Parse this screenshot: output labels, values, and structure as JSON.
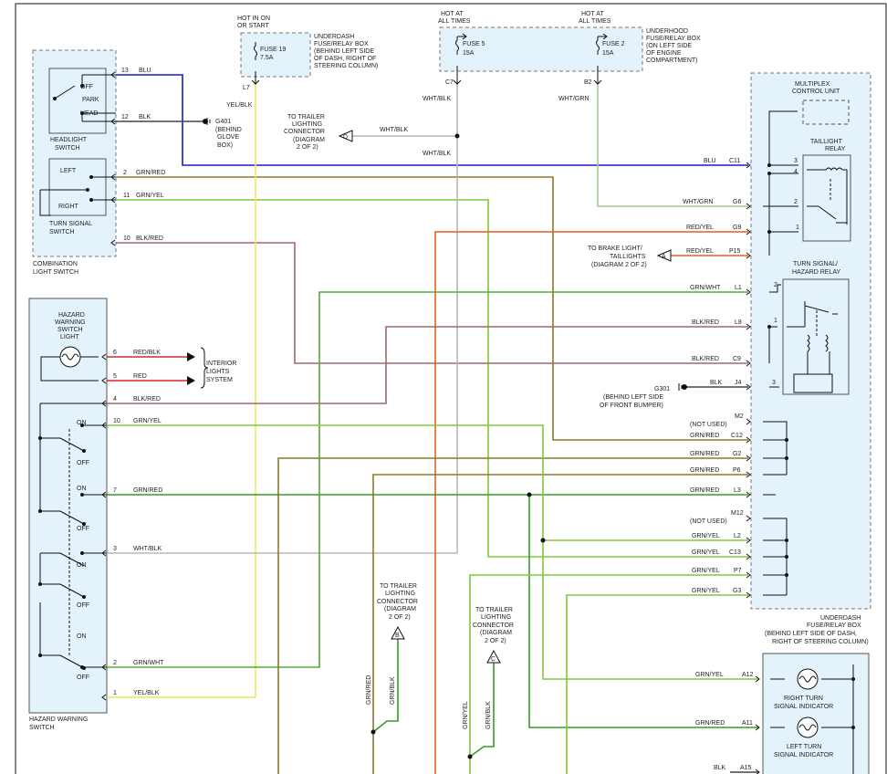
{
  "components": {
    "hot_in_on": "HOT IN ON",
    "or_start": "OR START",
    "hot_at_1": "HOT AT",
    "all_times_1": "ALL TIMES",
    "hot_at_2": "HOT AT",
    "all_times_2": "ALL TIMES",
    "fuse19": "FUSE 19",
    "fuse19_rating": "7.5A",
    "fuse5": "FUSE 5",
    "fuse5_rating": "15A",
    "fuse2": "FUSE 2",
    "fuse2_rating": "15A",
    "underdash_box_1": "UNDERDASH",
    "underdash_box_2": "FUSE/RELAY BOX",
    "underdash_box_3": "(BEHIND LEFT SIDE",
    "underdash_box_4": "OF DASH, RIGHT OF",
    "underdash_box_5": "STEERING COLUMN)",
    "underhood_box_1": "UNDERHOOD",
    "underhood_box_2": "FUSE/RELAY BOX",
    "underhood_box_3": "(ON LEFT SIDE",
    "underhood_box_4": "OF ENGINE",
    "underhood_box_5": "COMPARTMENT)",
    "headlight_off": "OFF",
    "headlight_park": "PARK",
    "headlight_head": "HEAD",
    "headlight_switch_1": "HEADLIGHT",
    "headlight_switch_2": "SWITCH",
    "turn_left": "LEFT",
    "turn_right": "RIGHT",
    "turn_switch_1": "TURN SIGNAL",
    "turn_switch_2": "SWITCH",
    "combo_1": "COMBINATION",
    "combo_2": "LIGHT SWITCH",
    "g401": "G401",
    "g401_loc_1": "(BEHIND",
    "g401_loc_2": "GLOVE",
    "g401_loc_3": "BOX)",
    "trailer_d_1": "TO TRAILER",
    "trailer_d_2": "LIGHTING",
    "trailer_d_3": "CONNECTOR",
    "trailer_d_4": "(DIAGRAM",
    "trailer_d_5": "2 OF 2)",
    "trailer_d_letter": "D",
    "multiplex_1": "MULTIPLEX",
    "multiplex_2": "CONTROL UNIT",
    "taillight_relay_1": "TAILLIGHT",
    "taillight_relay_2": "RELAY",
    "brake_1": "TO BRAKE LIGHT/",
    "brake_2": "TAILLIGHTS",
    "brake_3": "(DIAGRAM 2 OF 2)",
    "brake_letter": "A",
    "turn_hazard_relay_1": "TURN SIGNAL/",
    "turn_hazard_relay_2": "HAZARD RELAY",
    "g301": "G301",
    "g301_loc_1": "(BEHIND LEFT SIDE",
    "g301_loc_2": "OF FRONT BUMPER)",
    "not_used_1": "(NOT USED)",
    "not_used_2": "(NOT USED)",
    "underdash_right_1": "UNDERDASH",
    "underdash_right_2": "FUSE/RELAY BOX",
    "underdash_right_3": "(BEHIND LEFT SIDE OF DASH,",
    "underdash_right_4": "RIGHT OF STEERING COLUMN)",
    "hazard_light_1": "HAZARD",
    "hazard_light_2": "WARNING",
    "hazard_light_3": "SWITCH",
    "hazard_light_4": "LIGHT",
    "interior_1": "INTERIOR",
    "interior_2": "LIGHTS",
    "interior_3": "SYSTEM",
    "on_1": "ON",
    "off_1": "OFF",
    "on_2": "ON",
    "off_2": "OFF",
    "on_3": "ON",
    "off_3": "OFF",
    "on_4": "ON",
    "off_4": "OFF",
    "hazard_switch_1": "HAZARD WARNING",
    "hazard_switch_2": "SWITCH",
    "trailer_b_1": "TO TRAILER",
    "trailer_b_2": "LIGHTING",
    "trailer_b_3": "CONNECTOR",
    "trailer_b_4": "(DIAGRAM",
    "trailer_b_5": "2 OF 2)",
    "trailer_b_letter": "B",
    "trailer_c_1": "TO TRAILER",
    "trailer_c_2": "LIGHTING",
    "trailer_c_3": "CONNECTOR",
    "trailer_c_4": "(DIAGRAM",
    "trailer_c_5": "2 OF 2)",
    "trailer_c_letter": "C",
    "right_ind_1": "RIGHT TURN",
    "right_ind_2": "SIGNAL INDICATOR",
    "left_ind_1": "LEFT TURN",
    "left_ind_2": "SIGNAL INDICATOR"
  },
  "pins": {
    "p13": "13",
    "p12": "12",
    "p2a": "2",
    "p11": "11",
    "p10": "10",
    "p6": "6",
    "p5": "5",
    "p4": "4",
    "p10b": "10",
    "p7": "7",
    "p3": "3",
    "p2b": "2",
    "p1": "1",
    "l7": "L7",
    "c7": "C7",
    "b2": "B2",
    "c11": "C11",
    "g6": "G6",
    "g9": "G9",
    "p15": "P15",
    "l1": "L1",
    "l8": "L8",
    "c9": "C9",
    "j4": "J4",
    "m2": "M2",
    "c12": "C12",
    "g2": "G2",
    "p6r": "P6",
    "l3": "L3",
    "m12": "M12",
    "l2": "L2",
    "c13": "C13",
    "p7r": "P7",
    "g3": "G3",
    "a12": "A12",
    "a11": "A11",
    "a15": "A15",
    "r3": "3",
    "r4": "4",
    "r2": "2",
    "r1": "1",
    "h2": "2",
    "h1": "1",
    "h3": "3"
  },
  "wires": {
    "blu": "BLU",
    "blk": "BLK",
    "grn_red": "GRN/RED",
    "grn_yel": "GRN/YEL",
    "blk_red": "BLK/RED",
    "yel_blk": "YEL/BLK",
    "wht_blk_1": "WHT/BLK",
    "wht_blk_2": "WHT/BLK",
    "wht_blk_3": "WHT/BLK",
    "wht_grn": "WHT/GRN",
    "red_blk": "RED/BLK",
    "red": "RED",
    "blk_red_2": "BLK/RED",
    "grn_yel_2": "GRN/YEL",
    "grn_red_2": "GRN/RED",
    "wht_blk_4": "WHT/BLK",
    "grn_wht": "GRN/WHT",
    "yel_blk_2": "YEL/BLK",
    "r_blu": "BLU",
    "r_wht_grn": "WHT/GRN",
    "r_red_yel": "RED/YEL",
    "r_red_yel_2": "RED/YEL",
    "r_grn_wht": "GRN/WHT",
    "r_blk_red": "BLK/RED",
    "r_blk_red_2": "BLK/RED",
    "r_blk": "BLK",
    "r_grn_red_1": "GRN/RED",
    "r_grn_red_2": "GRN/RED",
    "r_grn_red_3": "GRN/RED",
    "r_grn_red_4": "GRN/RED",
    "r_grn_yel_1": "GRN/YEL",
    "r_grn_yel_2": "GRN/YEL",
    "r_grn_yel_3": "GRN/YEL",
    "r_grn_yel_4": "GRN/YEL",
    "r_grn_yel_a12": "GRN/YEL",
    "r_grn_red_a11": "GRN/RED",
    "r_blk_a15": "BLK",
    "v_grn_red": "GRN/RED",
    "v_grn_blk": "GRN/BLK",
    "v_grn_yel": "GRN/YEL",
    "v_grn_blk_2": "GRN/BLK"
  },
  "colors": {
    "blu": "#1a1acc",
    "blk": "#222222",
    "grn_red": "#8a7a2e",
    "grn_yel": "#7ec83a",
    "blk_red": "#a06a6a",
    "yel_blk": "#e8e860",
    "wht_blk": "#b8b8b8",
    "wht_grn": "#a8c88a",
    "red_blk": "#c03030",
    "red": "#e02020",
    "red_yel": "#e06020",
    "grn_wht": "#5aa83a",
    "grn": "#3a9a2a"
  }
}
